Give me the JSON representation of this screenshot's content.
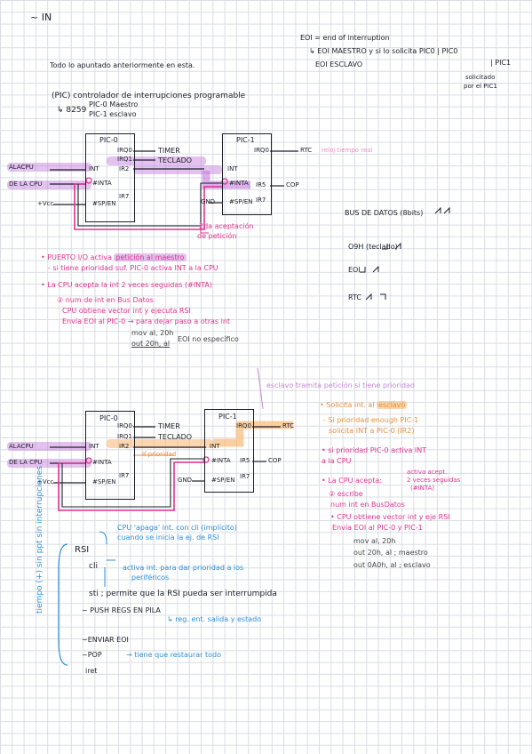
{
  "header": {
    "title": "~ IN",
    "eoi_def": "EOI = end of interruption",
    "eoi_master": "↳ EOI MAESTRO y si lo solicita PIC0 | PIC0",
    "eoi_pic1": "| PIC1",
    "eoi_slave": "EOI ESCLAVO",
    "solicitado": "solicitado",
    "por_pic1": "por el PIC1",
    "todo": "Todo lo apuntado anteriormente en esta."
  },
  "pic_intro": {
    "line1": "(PIC) controlador de interrupciones programable",
    "line2": "↳ 8259",
    "pic0": "PIC-0 Maestro",
    "pic1": "PIC-1 esclavo"
  },
  "diagram1": {
    "pic0_title": "PIC-0",
    "pic1_title": "PIC-1",
    "irq0": "IRQ0",
    "irq1": "IRQ1",
    "irq2": "IR2",
    "irq7": "IR7",
    "timer": "TIMER",
    "teclado": "TECLADO",
    "int": "INT",
    "inta": "#INTA",
    "sp": "#SP/EN",
    "alacpu": "ALACPU",
    "delacpu": "DE LA CPU",
    "vcc": "+Vcc",
    "p1_irq0": "IRQ0",
    "rtc": "RTC",
    "reloj": "reloj tiempo real",
    "ir5": "IR5",
    "p1_ir7": "IR7",
    "cop": "COP",
    "gnd": "GND",
    "p1_int": "INT",
    "p1_inta": "#INTA",
    "p1_sp": "#SP/EN",
    "nota1": "2da aceptación",
    "nota2": "de petición"
  },
  "ports": {
    "bus": "BUS DE DATOS (8bits)",
    "o9h": "O9H (teclado)",
    "eoi": "EOI",
    "rtc": "RTC"
  },
  "notes1": {
    "a1": "• PUERTO I/O activa",
    "a1h": "petición al maestro",
    "a2": "- si tiene prioridad suf. PIC-0 activa INT a la CPU",
    "b1": "• La CPU acepta la int 2 veces seguidas (#INTA)",
    "c1": "② num de int en Bus Datos",
    "c2": "CPU obtiene vector int y ejecuta RSI",
    "c3": "Envía EOI al PIC-0 → para dejar paso a otras int",
    "c4": "mov al, 20h",
    "c5": "out 20h, al",
    "c6": "EOI no específico"
  },
  "diagram2": {
    "esclavo_note": "esclavo tramita petición si tiene prioridad",
    "pic0_title": "PIC-0",
    "pic1_title": "PIC-1",
    "irq0": "IRQ0",
    "irq1": "IRQ1",
    "irq2": "IR2",
    "irq7": "IR7",
    "timer": "TIMER",
    "teclado": "TECLADO",
    "int": "INT",
    "inta": "#INTA",
    "sp": "#SP/EN",
    "alacpu": "ALACPU",
    "delacpu": "DE LA CPU",
    "vcc": "+Vcc",
    "prioridad": "if prioridad",
    "p1_irq0": "IRQ0",
    "rtc": "RTC",
    "ir5": "IR5",
    "p1_ir7": "IR7",
    "cop": "COP",
    "gnd": "GND",
    "p1_int": "INT",
    "p1_inta": "#INTA",
    "p1_sp": "#SP/EN"
  },
  "notes2": {
    "a1": "• Solicita int. al",
    "a1h": "esclavo",
    "b1": "- Si prioridad enough PIC-1",
    "b2": "solicita INT a PIC-0 (IR2)",
    "c1": "• si prioridad PIC-0 activa INT",
    "c2": "a la CPU",
    "d1": "• La CPU acepta:",
    "d2": "activa acept.",
    "d3": "2 veces seguidas",
    "d4": "(#INTA)",
    "e1": "② escribe",
    "e2": "num int en BusDatos",
    "f1": "• CPU obtiene vector int y eje RSI",
    "f2": "Envía EOI al PIC-0 y PIC-1",
    "f3": "mov al, 20h",
    "f4": "out 20h, al ; maestro",
    "f5": "out 0A0h, al ; esclavo"
  },
  "rsi": {
    "side_label": "tiempo (+) sin ppt sin interrupciones",
    "rsi": "RSI",
    "cli": "cli",
    "sti_ann1": "CPU 'apaga' int. con cli (implícito)",
    "sti_ann2": "cuando se inicia la ej. de RSI",
    "cli_ann1": "activa int. para dar prioridad a los",
    "cli_ann2": "periféricos",
    "sti": "sti ; permite que la RSI pueda ser interrumpida",
    "push": "~ PUSH REGS EN PILA",
    "push_ann": "↳ reg. ent. salida y estado",
    "eoi": "~ENVIAR EOI",
    "pop": "~POP",
    "pop_ann": "→ tiene que restaurar todo",
    "iret": "iret"
  }
}
